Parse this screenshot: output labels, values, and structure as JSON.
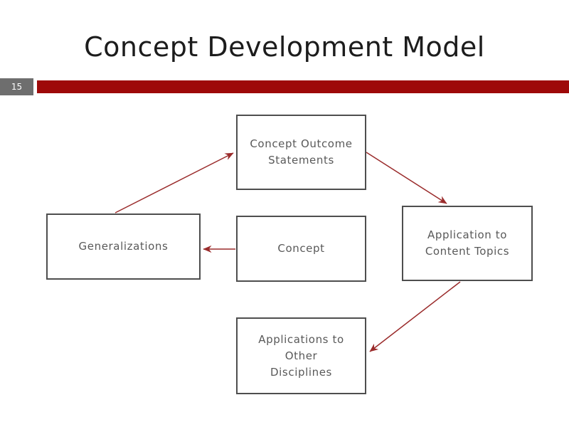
{
  "slide": {
    "title": "Concept Development Model",
    "page_number": "15"
  },
  "colors": {
    "accent_bar_red": "#9e0909",
    "page_number_bg": "#6e6e6e",
    "arrow_red": "#9a2b2b",
    "box_border_gray": "#4e4e4e",
    "box_text_gray": "#595959",
    "title_text": "#1c1c1c"
  },
  "diagram": {
    "nodes": [
      {
        "id": "concept-outcome",
        "lines": [
          "Concept Outcome",
          "Statements"
        ]
      },
      {
        "id": "generalizations",
        "lines": [
          "Generalizations"
        ]
      },
      {
        "id": "concept",
        "lines": [
          "Concept"
        ]
      },
      {
        "id": "application-content",
        "lines": [
          "Application to",
          "Content Topics"
        ]
      },
      {
        "id": "applications-other",
        "lines": [
          "Applications to",
          "Other",
          "Disciplines"
        ]
      }
    ],
    "edges": [
      {
        "from": "generalizations",
        "to": "concept-outcome"
      },
      {
        "from": "concept-outcome",
        "to": "application-content"
      },
      {
        "from": "concept",
        "to": "generalizations"
      },
      {
        "from": "application-content",
        "to": "applications-other"
      }
    ]
  }
}
